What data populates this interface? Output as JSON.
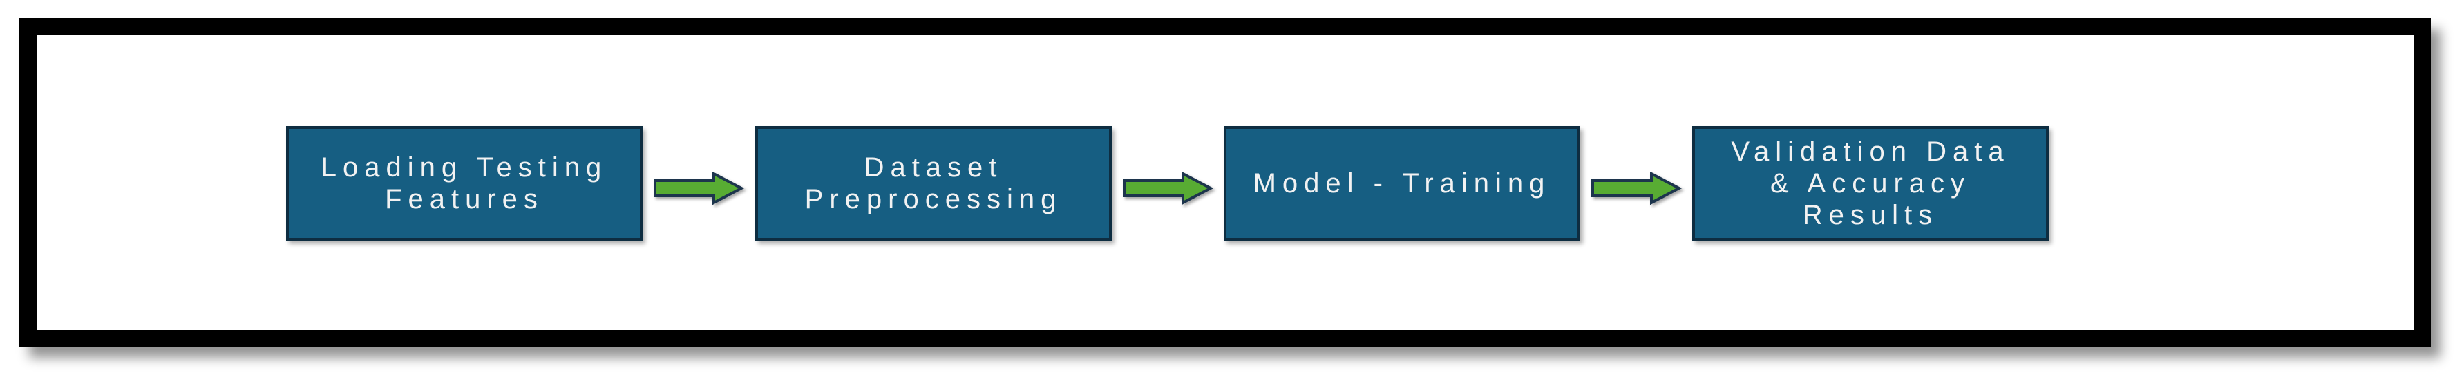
{
  "diagram": {
    "type": "flowchart",
    "direction": "left-to-right",
    "nodes": [
      {
        "id": "loading-testing-features",
        "label": "Loading Testing\nFeatures"
      },
      {
        "id": "dataset-preprocessing",
        "label": "Dataset\nPreprocessing"
      },
      {
        "id": "model-training",
        "label": "Model - Training"
      },
      {
        "id": "validation-data-accuracy-results",
        "label": "Validation Data\n& Accuracy\nResults"
      }
    ],
    "connectors": [
      {
        "from": "loading-testing-features",
        "to": "dataset-preprocessing",
        "icon": "right-arrow-icon"
      },
      {
        "from": "dataset-preprocessing",
        "to": "model-training",
        "icon": "right-arrow-icon"
      },
      {
        "from": "model-training",
        "to": "validation-data-accuracy-results",
        "icon": "right-arrow-icon"
      }
    ]
  },
  "colors": {
    "canvas": "#ffffff",
    "frame_border": "#000000",
    "node_fill": "#165e82",
    "node_border": "#0e2d41",
    "node_text": "#f2f2f2",
    "arrow_fill": "#58ac33",
    "arrow_outline": "#1d354d"
  }
}
